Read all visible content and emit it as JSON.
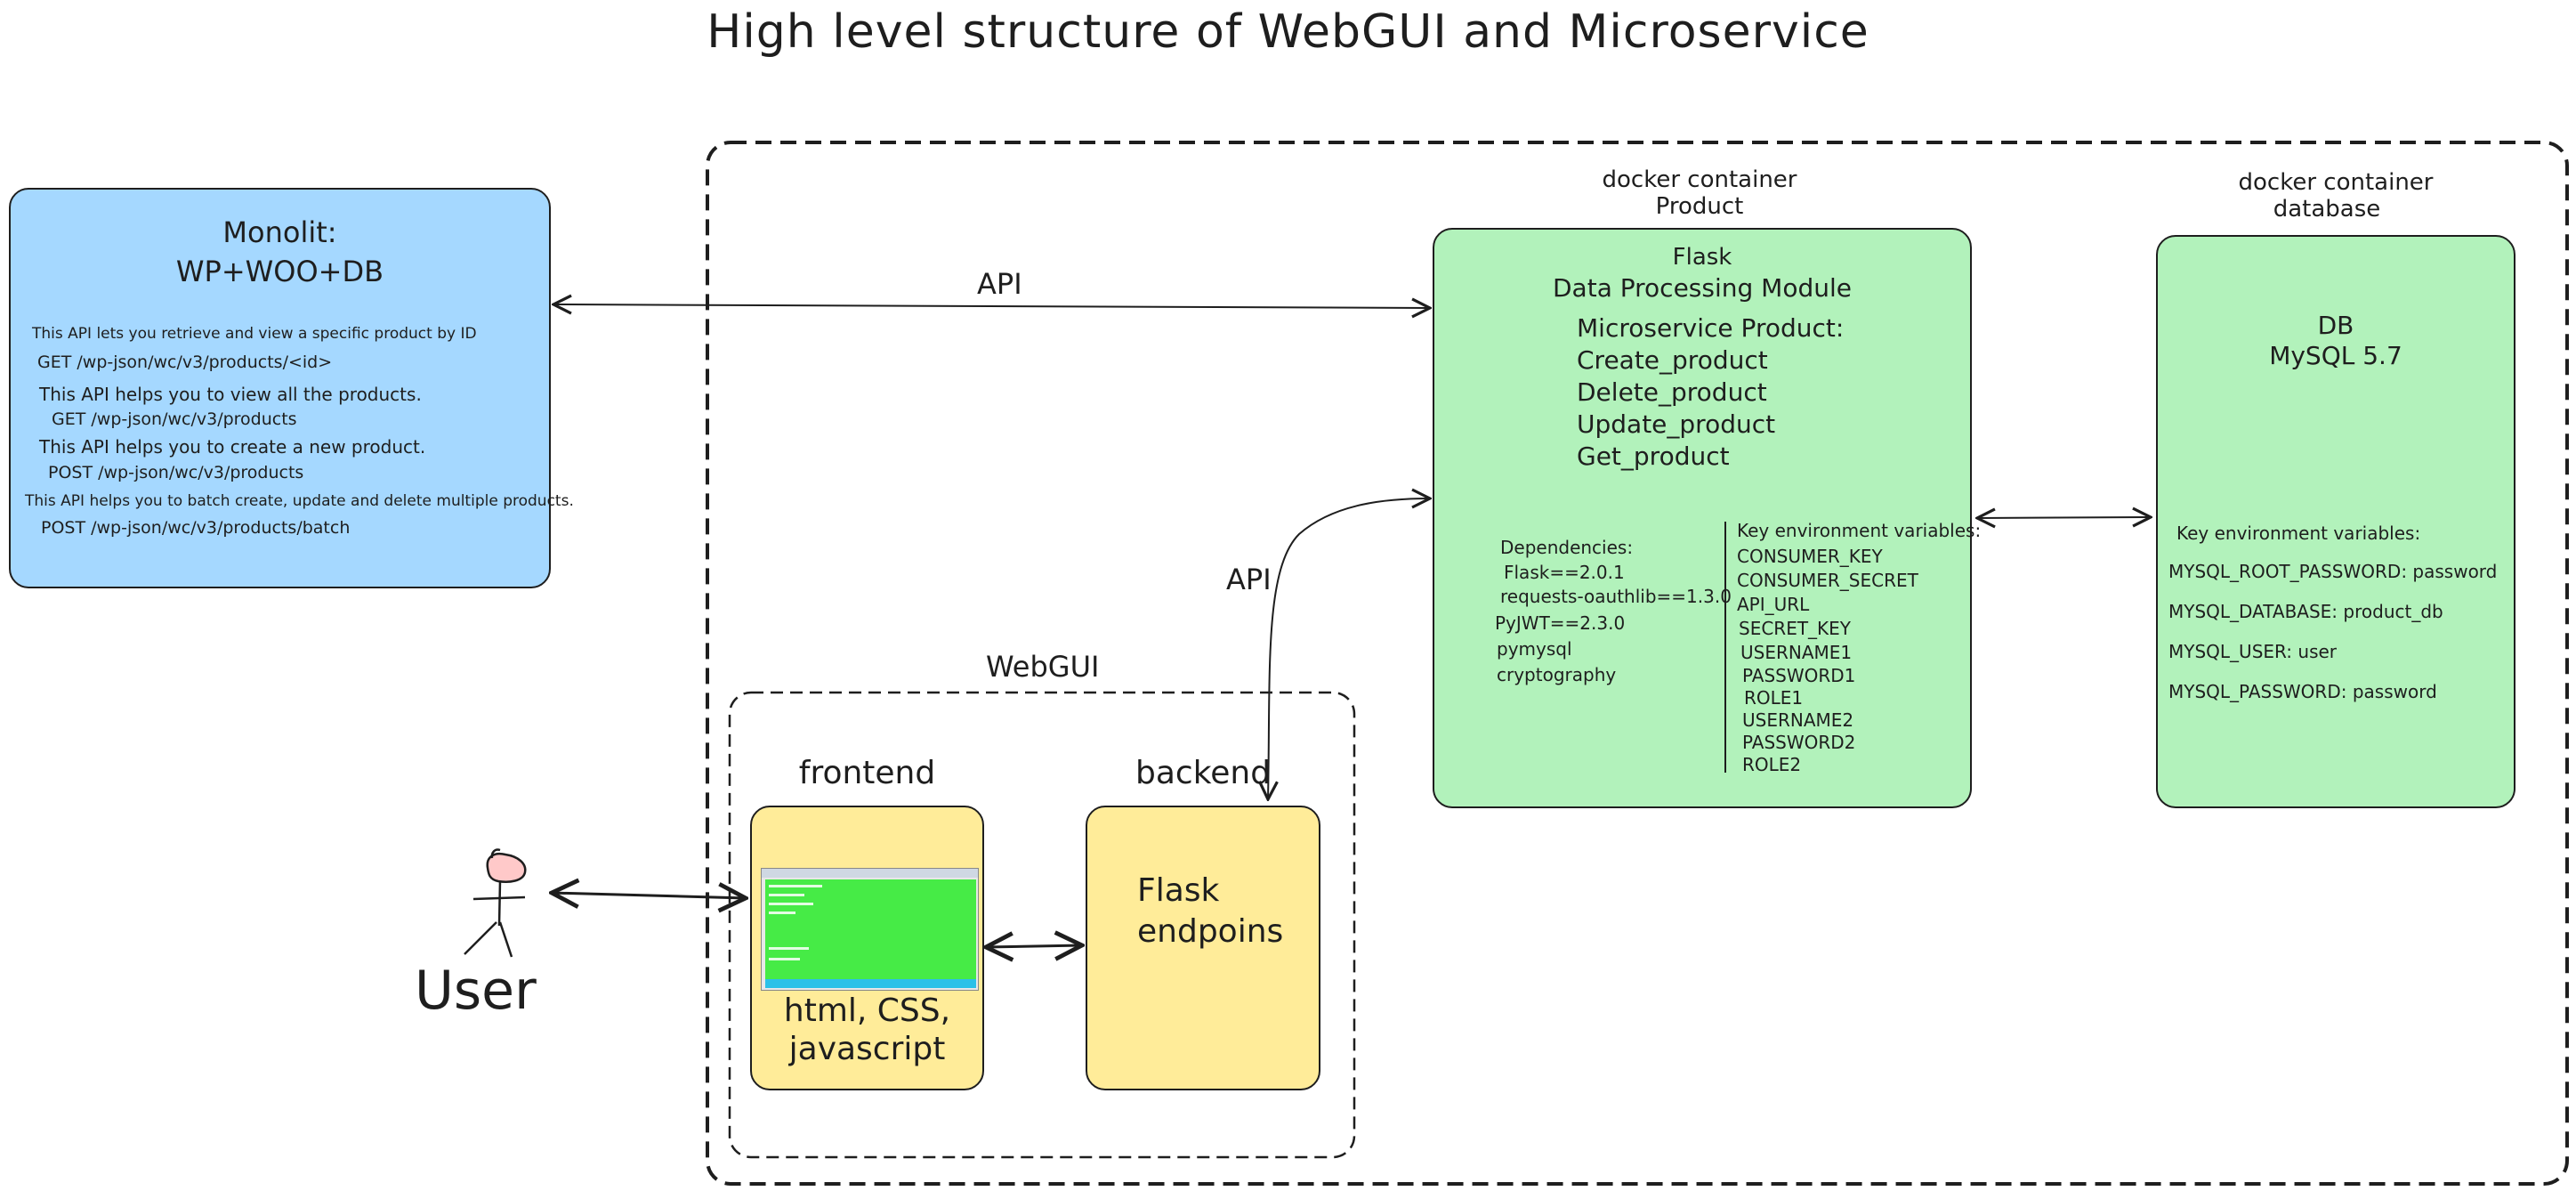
{
  "title": "High level structure of WebGUI and Microservice",
  "monolit": {
    "heading_line1": "Monolit:",
    "heading_line2": "WP+WOO+DB",
    "lines": [
      "This API lets you retrieve and view a specific product by ID",
      "GET /wp-json/wc/v3/products/<id>",
      "This API helps you to view all the products.",
      "GET /wp-json/wc/v3/products",
      "This API helps you to create a new product.",
      "POST /wp-json/wc/v3/products",
      "This API helps you to batch create, update and delete multiple products.",
      "POST /wp-json/wc/v3/products/batch"
    ]
  },
  "product_container": {
    "label_line1": "docker container",
    "label_line2": "Product",
    "heading_line1": "Flask",
    "heading_line2": "Data Processing Module",
    "microservice_lines": [
      "Microservice Product:",
      "Create_product",
      "Delete_product",
      "Update_product",
      "Get_product"
    ],
    "dependencies": [
      "Dependencies:",
      "Flask==2.0.1",
      "requests-oauthlib==1.3.0",
      "PyJWT==2.3.0",
      "pymysql",
      "cryptography"
    ],
    "env_vars": [
      "Key environment variables:",
      "CONSUMER_KEY",
      "CONSUMER_SECRET",
      "API_URL",
      "SECRET_KEY",
      "USERNAME1",
      "PASSWORD1",
      "ROLE1",
      "USERNAME2",
      "PASSWORD2",
      "ROLE2"
    ]
  },
  "database_container": {
    "label_line1": "docker container",
    "label_line2": "database",
    "heading_line1": "DB",
    "heading_line2": "MySQL 5.7",
    "env_title": "Key environment variables:",
    "env_vars": [
      "MYSQL_ROOT_PASSWORD: password",
      "MYSQL_DATABASE: product_db",
      "MYSQL_USER: user",
      "MYSQL_PASSWORD: password"
    ]
  },
  "webgui": {
    "label": "WebGUI",
    "frontend_label": "frontend",
    "frontend_text_line1": "html, CSS,",
    "frontend_text_line2": "javascript",
    "backend_label": "backend",
    "backend_text_line1": "Flask",
    "backend_text_line2": "endpoins"
  },
  "arrows": {
    "monolit_to_product": "API",
    "backend_to_product": "API"
  },
  "user": {
    "label": "User"
  },
  "colors": {
    "monolit_fill": "#a5d8ff",
    "container_fill": "#b2f2bb",
    "webgui_fill": "#ffec99",
    "user_head": "#ffc9c9",
    "stroke": "#1e1e1e"
  }
}
